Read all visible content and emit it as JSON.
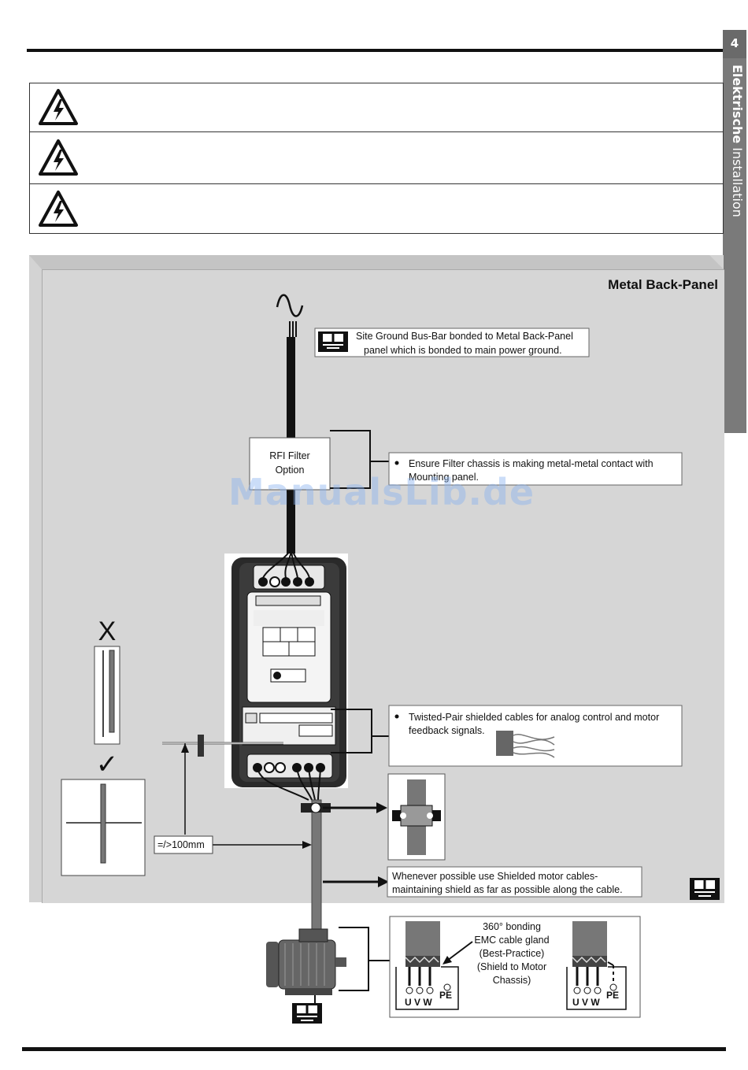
{
  "chapter": {
    "number": "4",
    "title_bold": "Elektrische",
    "title_rest": " Installation"
  },
  "warnings": [
    {
      "icon": "high-voltage-warning-icon"
    },
    {
      "icon": "high-voltage-warning-icon"
    },
    {
      "icon": "high-voltage-warning-icon"
    }
  ],
  "diagram": {
    "panel_title": "Metal Back-Panel",
    "ground_note_line1": "Site Ground Bus-Bar bonded to Metal Back-Panel",
    "ground_note_line2": "panel which is bonded to main power ground.",
    "rfi_line1": "RFI Filter",
    "rfi_line2": "Option",
    "filter_note_line1": "Ensure Filter chassis is making metal-metal contact with",
    "filter_note_line2": "Mounting panel.",
    "twisted_note_line1": "Twisted-Pair shielded cables for analog control and motor",
    "twisted_note_line2": "feedback signals.",
    "bad_mark": "X",
    "good_mark": "✓",
    "distance_label": "=/>100mm",
    "shield_note_line1": "Whenever possible use Shielded motor cables-",
    "shield_note_line2": "maintaining shield as far as possible along the cable.",
    "bonding_line1": "360° bonding",
    "bonding_line2": "EMC cable gland",
    "bonding_line3": "(Best-Practice)",
    "bonding_line4": "(Shield to Motor",
    "bonding_line5": "Chassis)",
    "terminals_uvw": "U V W",
    "terminal_pe": "PE"
  },
  "watermark": "ManualsLib.de"
}
